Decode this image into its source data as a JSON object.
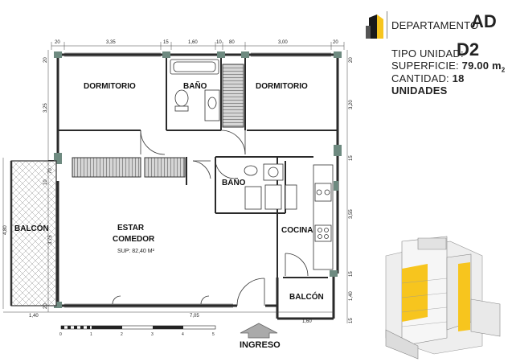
{
  "header": {
    "departamento_label": "DEPARTAMENTO",
    "departamento_value": "AD",
    "tipo_label": "TIPO UNIDAD:",
    "tipo_value": "D2",
    "superficie_label": "SUPERFICIE:",
    "superficie_value": "79.00 m",
    "superficie_sup": "2",
    "cantidad_label": "CANTIDAD:",
    "cantidad_value": "18 UNIDADES"
  },
  "rooms": {
    "dormitorio_1": "DORMITORIO",
    "bano_1": "BAÑO",
    "dormitorio_2": "DORMITORIO",
    "bano_2": "BAÑO",
    "balcon_1": "BALCÓN",
    "estar_1": "ESTAR",
    "estar_2": "COMEDOR",
    "sup": "SUP: 82,40 M²",
    "cocina": "COCINA",
    "balcon_2": "BALCÓN",
    "ingreso": "INGRESO"
  },
  "dimensions": {
    "top": [
      "20",
      "3,35",
      "15",
      "1,60",
      "10",
      "80",
      "3,00",
      "20"
    ],
    "left": [
      "20",
      "3,25",
      "10",
      "70",
      "3,75",
      "20"
    ],
    "left_outer": "4,80",
    "right": [
      "20",
      "3,20",
      "15",
      "3,55",
      "15",
      "1,40",
      "15"
    ],
    "bottom": [
      "1,40",
      "7,05",
      "1,60"
    ]
  },
  "scale": {
    "ticks": [
      "0",
      "1",
      "2",
      "3",
      "4",
      "5"
    ]
  },
  "colors": {
    "accent": "#f7c51e",
    "wall": "#2a2a2a",
    "steel": "#6e8a80"
  }
}
